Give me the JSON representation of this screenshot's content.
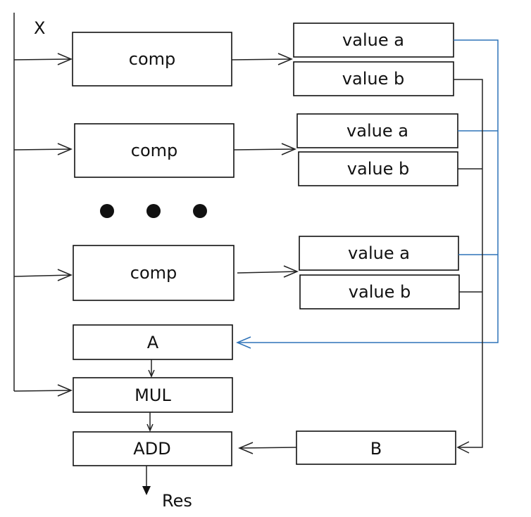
{
  "input_label": "X",
  "comp_label": "comp",
  "value_a_label": "value a",
  "value_b_label": "value b",
  "a_label": "A",
  "mul_label": "MUL",
  "add_label": "ADD",
  "b_label": "B",
  "output_label": "Res",
  "colors": {
    "black": "#111111",
    "blue": "#2f73b8"
  }
}
